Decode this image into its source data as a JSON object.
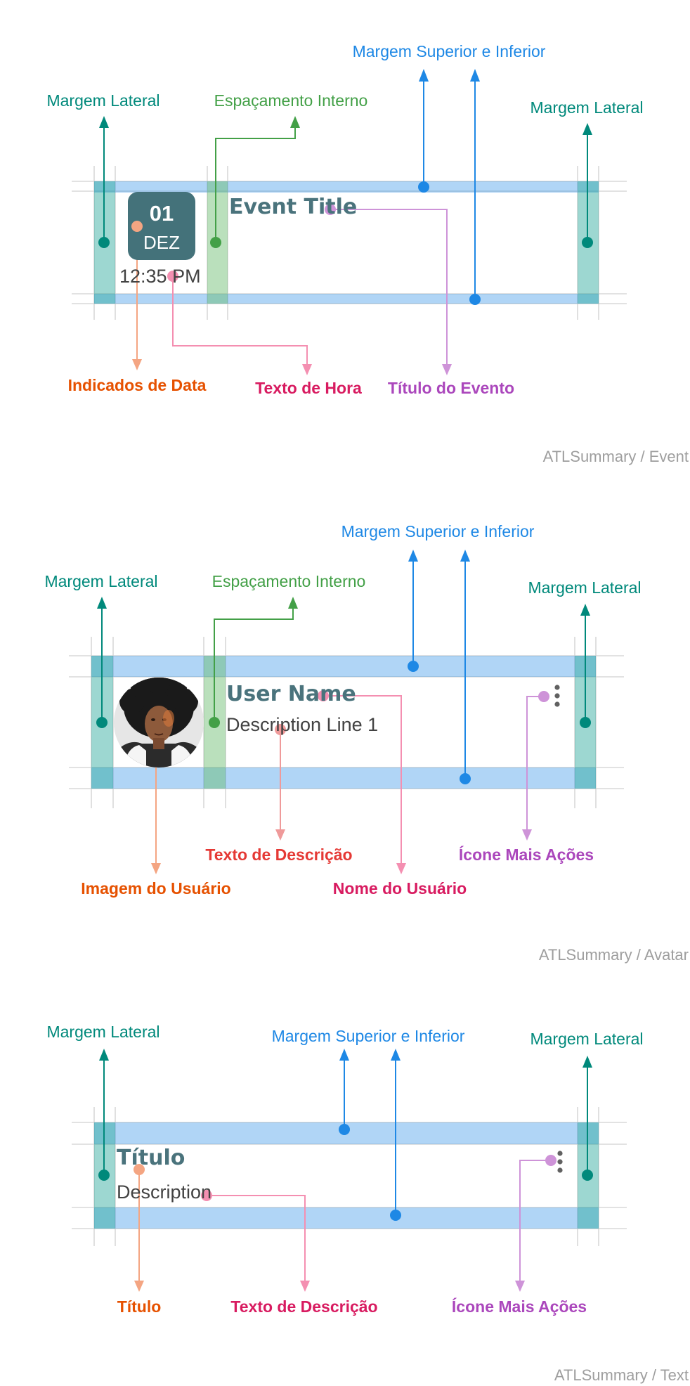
{
  "colors": {
    "teal": "#00897b",
    "green": "#43a047",
    "blue": "#1e88e5",
    "orange": "#e65100",
    "orange_line": "#f4a582",
    "pink": "#d81b60",
    "pink_line": "#f48fb1",
    "purple": "#ab47bc",
    "purple_line": "#ce93d8",
    "red": "#e53935",
    "red_line": "#ef9a9a",
    "badge": "#44727a",
    "title_text": "#4a737c"
  },
  "event": {
    "labels": {
      "lateral_left": "Margem Lateral",
      "internal_spacing": "Espaçamento Interno",
      "top_bottom": "Margem Superior e Inferior",
      "lateral_right": "Margem Lateral",
      "date_indicator": "Indicados de Data",
      "time_text": "Texto de Hora",
      "event_title": "Título do Evento"
    },
    "content": {
      "day": "01",
      "month": "DEZ",
      "time": "12:35 PM",
      "title": "Event Title"
    },
    "caption": "ATLSummary / Event"
  },
  "avatar": {
    "labels": {
      "lateral_left": "Margem Lateral",
      "internal_spacing": "Espaçamento Interno",
      "top_bottom": "Margem Superior e Inferior",
      "lateral_right": "Margem Lateral",
      "user_image": "Imagem do Usuário",
      "description_text": "Texto de Descrição",
      "user_name": "Nome do Usuário",
      "more_actions": "Ícone Mais Ações"
    },
    "content": {
      "name": "User Name",
      "description": "Description Line 1"
    },
    "caption": "ATLSummary / Avatar"
  },
  "text": {
    "labels": {
      "lateral_left": "Margem Lateral",
      "top_bottom": "Margem Superior e Inferior",
      "lateral_right": "Margem Lateral",
      "title": "Título",
      "description_text": "Texto de Descrição",
      "more_actions": "Ícone Mais Ações"
    },
    "content": {
      "title": "Título",
      "description": "Description"
    },
    "caption": "ATLSummary / Text"
  }
}
